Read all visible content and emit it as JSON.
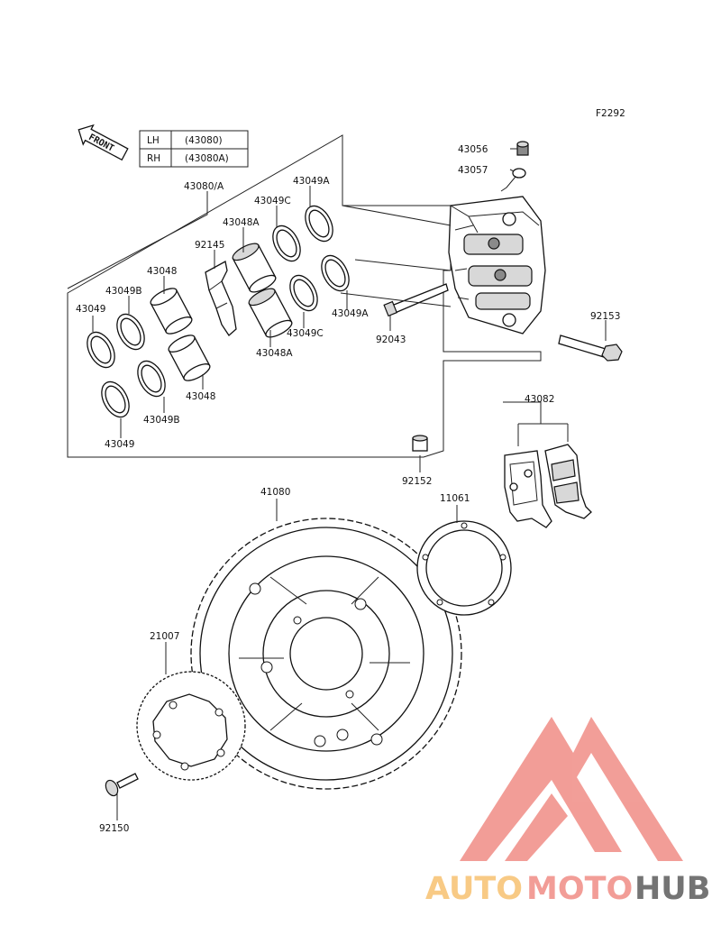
{
  "figure_code": "F2292",
  "front_label": "FRONT",
  "side_table": [
    {
      "side": "LH",
      "part": "(43080)"
    },
    {
      "side": "RH",
      "part": "(43080A)"
    }
  ],
  "labels": {
    "caliper_assy": "43080/A",
    "piston_seal_a_top": "43049A",
    "piston_seal_c_top": "43049C",
    "piston_a_top": "43048A",
    "pad_spring": "92145",
    "piston_top": "43048",
    "piston_seal_b_top": "43049B",
    "piston_seal_left": "43049",
    "piston_a_bottom": "43048A",
    "piston_seal_c_bottom": "43049C",
    "piston_seal_a_bottom": "43049A",
    "bleeder_valve": "92043",
    "piston_bottom": "43048",
    "piston_seal_b_bottom": "43049B",
    "piston_seal_bottom": "43049",
    "bleeder_cap": "43056",
    "hanger_clip": "43057",
    "caliper_bolt": "92153",
    "pad_set": "43082",
    "bushing": "92152",
    "disc": "41080",
    "plate": "11061",
    "sensor_rotor": "21007",
    "bolt": "92150"
  },
  "watermark": {
    "text_auto": "AUTO",
    "text_moto": "MOTO",
    "text_hub": "HUB",
    "color_auto": "#f7c170",
    "color_moto": "#f08d86",
    "color_hub": "#5c5c5c",
    "logo_color": "#f08d86"
  }
}
